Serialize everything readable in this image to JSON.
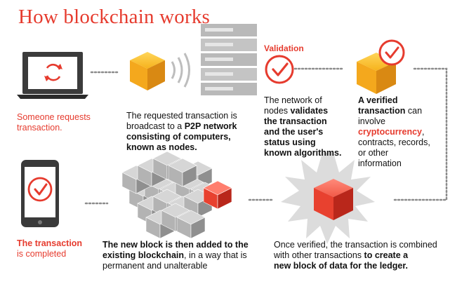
{
  "title": "How blockchain works",
  "colors": {
    "accent": "#e63b2e",
    "text": "#111111",
    "grey": "#9a9a9a"
  },
  "steps": [
    {
      "caption_lines": [
        "Someone requests",
        "transaction."
      ],
      "icon": "laptop-sync-icon"
    },
    {
      "text": {
        "l1": "The requested transaction is",
        "l2a": "broadcast to a ",
        "l2b": "P2P network",
        "l3": "consisting of computers,",
        "l4": "known as nodes."
      },
      "icon": "broadcast-cube-icon"
    },
    {
      "label": "Validation",
      "text": {
        "l1": "The network of",
        "l2a": "nodes ",
        "l2b": "validates",
        "l3": "the transaction",
        "l4": "and the user's",
        "l5": "status using",
        "l6": "known algorithms."
      },
      "icon": "check-circle-icon"
    },
    {
      "text": {
        "l1": "A verified",
        "l2a": "transaction",
        "l2b": " can",
        "l3": "involve",
        "l4": "cryptocurrency",
        "l4b": ",",
        "l5": "contracts, records,",
        "l6": "or other",
        "l7": "information"
      },
      "icon": "verified-cube-icon"
    },
    {
      "text": {
        "l1": "Once verified, the transaction is combined",
        "l2a": "with other transactions ",
        "l2b": "to create a",
        "l3": "new block of data for the ledger."
      },
      "icon": "starburst-cube-icon"
    },
    {
      "text": {
        "l1a": "The new block",
        "l1b": " is then added to the",
        "l2a": "existing blockchain",
        "l2b": ", in a way that is",
        "l3": "permanent and unalterable"
      },
      "icon": "block-stack-icon"
    },
    {
      "caption_lines": [
        "The transaction",
        "is completed"
      ],
      "icon": "phone-check-icon"
    }
  ]
}
